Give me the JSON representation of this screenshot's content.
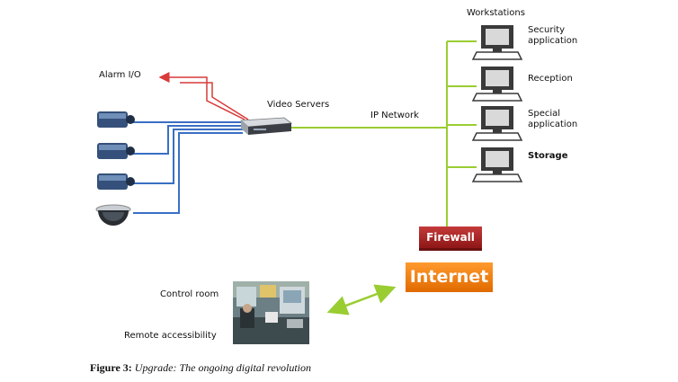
{
  "labels": {
    "workstations": "Workstations",
    "alarm_io": "Alarm I/O",
    "video_servers": "Video Servers",
    "ip_network": "IP Network",
    "security_app": [
      "Security",
      "application"
    ],
    "reception": "Reception",
    "special_app": [
      "Special",
      "application"
    ],
    "storage": "Storage",
    "firewall": "Firewall",
    "internet": "Internet",
    "control_room": "Control room",
    "remote_access": "Remote accessibility"
  },
  "caption": {
    "prefix": "Figure 3:",
    "text": "Upgrade: The ongoing digital revolution"
  },
  "colors": {
    "network_line": "#9acd32",
    "camera_line": "#3a6fc4",
    "alarm_line": "#d93a3a",
    "firewall": "#b02828",
    "internet": "#f08a1c"
  },
  "icons": [
    "camera-icon",
    "dome-camera-icon",
    "video-server-icon",
    "computer-icon",
    "control-room-photo"
  ]
}
